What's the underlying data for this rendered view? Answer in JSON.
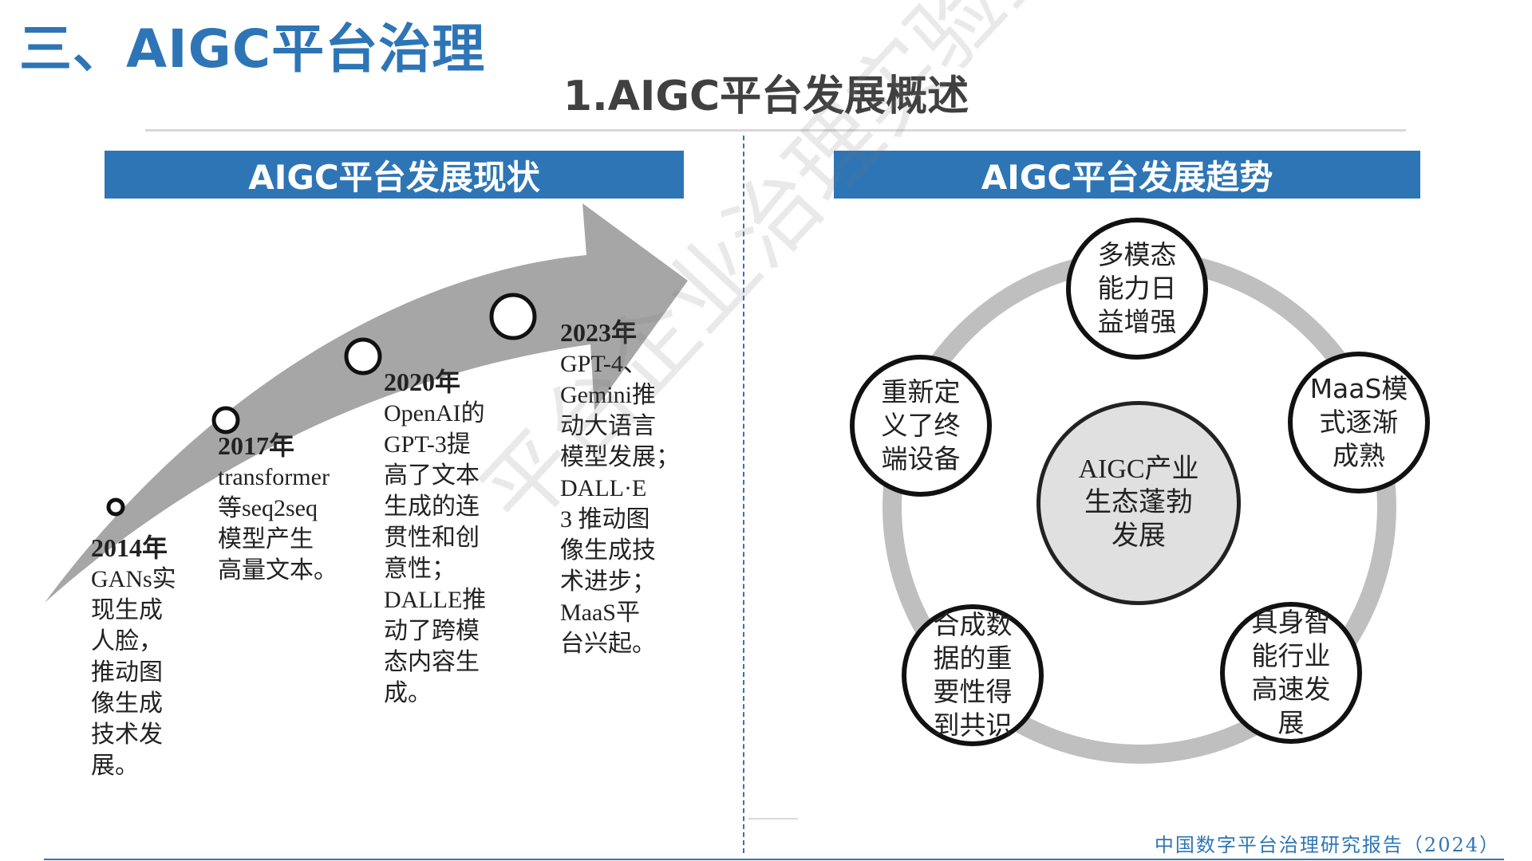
{
  "header": {
    "section_title": "三、AIGC平台治理",
    "subtitle": "1.AIGC平台发展概述"
  },
  "left_panel": {
    "banner": "AIGC平台发展现状",
    "milestones": [
      {
        "year": "2014年",
        "desc": "GANs实\n现生成\n人脸，\n推动图\n像生成\n技术发\n展。"
      },
      {
        "year": "2017年",
        "desc": "transformer\n等seq2seq\n模型产生\n高量文本。"
      },
      {
        "year": "2020年",
        "desc": "OpenAI的\nGPT-3提\n高了文本\n生成的连\n贯性和创\n意性；\nDALLE推\n动了跨模\n态内容生\n成。"
      },
      {
        "year": "2023年",
        "desc": "GPT-4、\nGemini推\n动大语言\n模型发展；\nDALL·E\n3 推动图\n像生成技\n术进步；\nMaaS平\n台兴起。"
      }
    ]
  },
  "right_panel": {
    "banner": "AIGC平台发展趋势",
    "center": "AIGC产业\n生态蓬勃\n发展",
    "nodes": [
      "多模态\n能力日\n益增强",
      "MaaS模\n式逐渐\n成熟",
      "具身智\n能行业\n高速发\n展",
      "合成数\n据的重\n要性得\n到共识",
      "重新定\n义了终\n端设备"
    ]
  },
  "watermark": "平台企业治理实验室",
  "footer": {
    "text": "中国数字平台治理研究报告（2024）"
  },
  "colors": {
    "accent": "#2e75b6",
    "arrow": "#a6a6a6",
    "ring": "#bfbfbf",
    "center_fill": "#e0e0e0"
  }
}
